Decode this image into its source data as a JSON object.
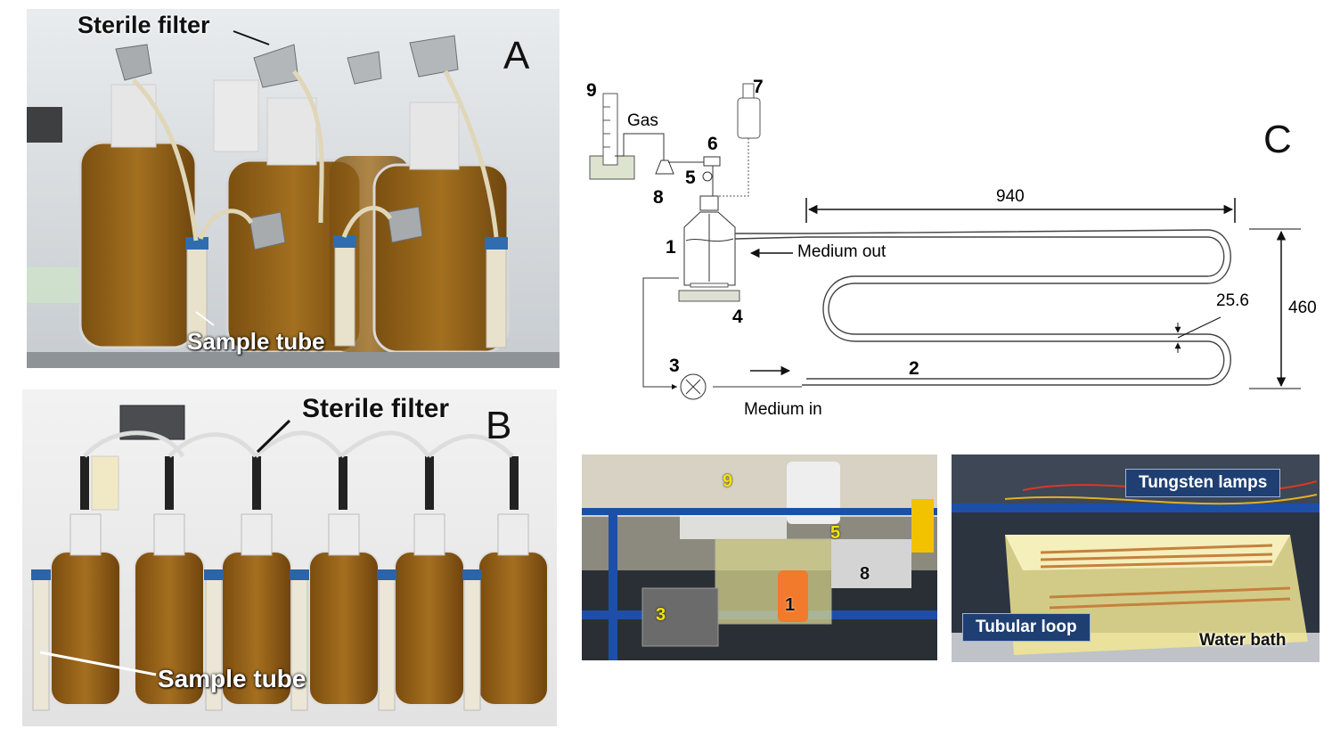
{
  "panelA": {
    "letter": "A",
    "label_filter": "Sterile filter",
    "label_sample": "Sample tube"
  },
  "panelB": {
    "letter": "B",
    "label_filter": "Sterile filter",
    "label_sample": "Sample tube"
  },
  "panelC": {
    "letter": "C",
    "gas": "Gas",
    "medium_out": "Medium out",
    "medium_in": "Medium in",
    "dim_length": "940",
    "dim_height": "460",
    "dim_diameter": "25.6",
    "n1": "1",
    "n2": "2",
    "n3": "3",
    "n4": "4",
    "n5": "5",
    "n6": "6",
    "n7": "7",
    "n8": "8",
    "n9": "9"
  },
  "photo1": {
    "n9": "9",
    "n5": "5",
    "n8": "8",
    "n3": "3",
    "n1": "1"
  },
  "photo2": {
    "tungsten": "Tungsten lamps",
    "tubular": "Tubular loop",
    "water": "Water bath"
  },
  "colors": {
    "medium": "#8a5a12",
    "nav_label": "#1f3f73",
    "rack": "#1d4fa8"
  }
}
